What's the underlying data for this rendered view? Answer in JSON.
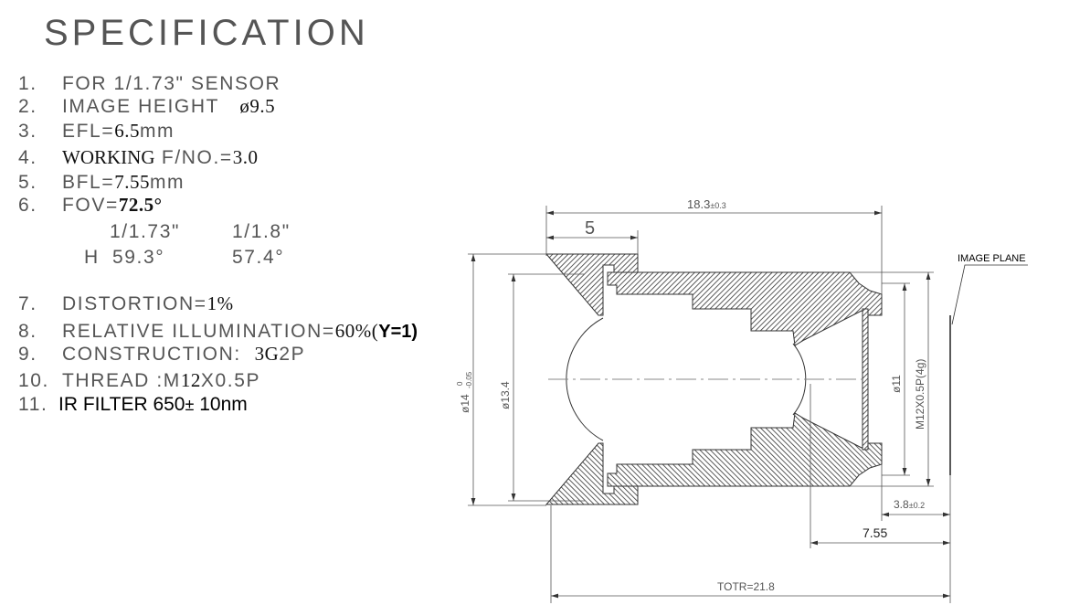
{
  "title": "SPECIFICATION",
  "items": [
    {
      "num": "1.",
      "a": "FOR 1/1.73\" SENSOR"
    },
    {
      "num": "2.",
      "a": "IMAGE HEIGHT",
      "b": "ø9.5"
    },
    {
      "num": "3.",
      "a": "EFL=",
      "b": "6.5",
      "c": "mm"
    },
    {
      "num": "4.",
      "a": "WORKING",
      "b": "F/NO.=",
      "c": "3.0"
    },
    {
      "num": "5.",
      "a": "BFL=",
      "b": "7.55",
      "c": "mm"
    },
    {
      "num": "6.",
      "a": "FOV=",
      "b": "72.5°"
    },
    {
      "num": "7.",
      "a": "DISTORTION=",
      "b": "1%"
    },
    {
      "num": "8.",
      "a": "RELATIVE ILLUMINATION=",
      "b": "60%(",
      "c": "Y=1)"
    },
    {
      "num": "9.",
      "a": "CONSTRUCTION:",
      "b": "3G",
      "c": "2P"
    },
    {
      "num": "10.",
      "a": "THREAD :M",
      "b": "12",
      "c": "X0.5P"
    },
    {
      "num": "11.",
      "a": "IR FILTER 650",
      "b": "±",
      "c": "10nm"
    }
  ],
  "fov_table": {
    "col1": "1/1.73\"",
    "col2": "1/1.8\"",
    "row_label": "H",
    "val1": "59.3°",
    "val2": "57.4°"
  },
  "drawing": {
    "dim_overall": "18.3",
    "dim_overall_tol": "±0.3",
    "dim_cap": "5",
    "dim_outer_dia": "ø14",
    "dim_outer_tol_upper": "0",
    "dim_outer_tol_lower": "-0.05",
    "dim_lens_dia": "ø13.4",
    "dim_rear_dia": "ø11",
    "dim_thread": "M12X0.5P(4g)",
    "dim_flange": "3.8",
    "dim_flange_tol": "±0.2",
    "dim_bfl": "7.55",
    "dim_totr": "TOTR=21.8",
    "image_plane_label": "IMAGE PLANE"
  }
}
